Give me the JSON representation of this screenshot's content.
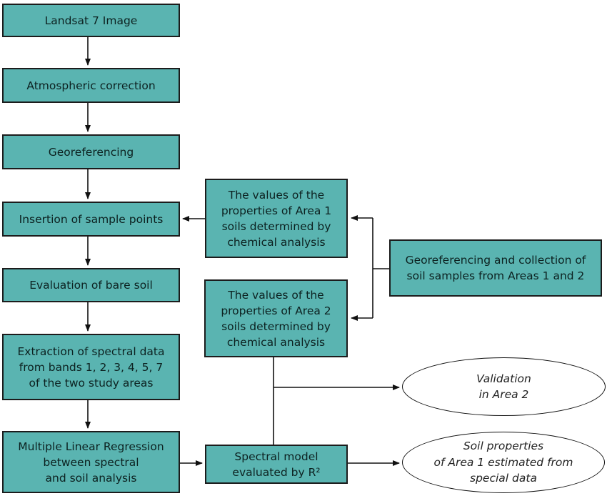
{
  "colors": {
    "box_fill": "#5ab4b1",
    "box_border": "#1c1c1c",
    "line": "#111111",
    "text": "#0c2120",
    "ellipse_text": "#222222",
    "background": "#ffffff"
  },
  "boxes": {
    "landsat": {
      "label": "Landsat 7 Image"
    },
    "atmospheric": {
      "label": "Atmospheric correction"
    },
    "georeferencing": {
      "label": "Georeferencing"
    },
    "insertion": {
      "label": "Insertion of sample points"
    },
    "bare_soil": {
      "label": "Evaluation of bare soil"
    },
    "extraction": {
      "label": "Extraction of spectral data\nfrom bands 1, 2, 3, 4, 5, 7\nof the two study areas"
    },
    "regression": {
      "label": "Multiple Linear Regression\nbetween spectral\nand soil analysis"
    },
    "area1_values": {
      "label": "The values of the\nproperties of Area 1\nsoils determined by\nchemical analysis"
    },
    "area2_values": {
      "label": "The values of the\nproperties of Area 2\nsoils determined by\nchemical analysis"
    },
    "collection": {
      "label": "Georeferencing and collection of\nsoil samples from Areas 1 and 2"
    },
    "spectral_model": {
      "label": "Spectral model\nevaluated by R²"
    }
  },
  "ellipses": {
    "validation": {
      "label": "Validation\nin Area 2"
    },
    "soil_properties": {
      "label": "Soil properties\nof Area 1 estimated from\nspecial data"
    }
  }
}
